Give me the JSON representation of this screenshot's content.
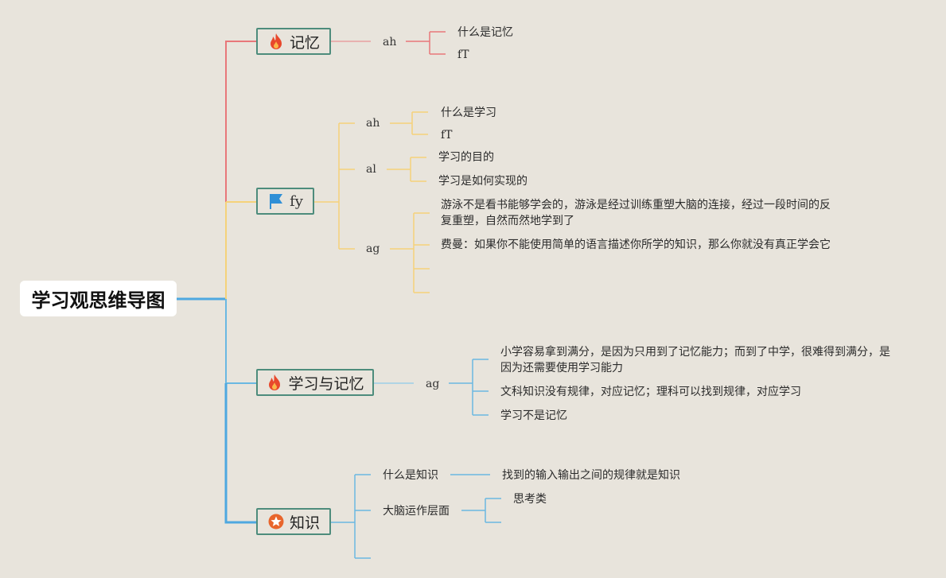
{
  "root": {
    "label": "学习观思维导图"
  },
  "branches": [
    {
      "label": "记忆",
      "icon": "fire-icon",
      "children": [
        {
          "label": "ah",
          "leaves": [
            "什么是记忆",
            "fT"
          ]
        }
      ]
    },
    {
      "label": "fy",
      "icon": "flag-icon",
      "children": [
        {
          "label": "ah",
          "leaves": [
            "什么是学习",
            "fT"
          ]
        },
        {
          "label": "al",
          "leaves": [
            "学习的目的",
            "学习是如何实现的"
          ]
        },
        {
          "label": "ag",
          "leaves": [
            "游泳不是看书能够学会的，游泳是经过训练重塑大脑的连接，经过一段时间的反复重塑，自然而然地学到了",
            "费曼：如果你不能使用简单的语言描述你所学的知识，那么你就没有真正学会它",
            "",
            ""
          ]
        }
      ]
    },
    {
      "label": "学习与记忆",
      "icon": "fire-icon",
      "children": [
        {
          "label": "ag",
          "leaves": [
            "小学容易拿到满分，是因为只用到了记忆能力；而到了中学，很难得到满分，是因为还需要使用学习能力",
            "文科知识没有规律，对应记忆；理科可以找到规律，对应学习",
            "学习不是记忆"
          ]
        }
      ]
    },
    {
      "label": "知识",
      "icon": "star-icon",
      "children": [
        {
          "label": "什么是知识",
          "leaves": [
            "找到的输入输出之间的规律就是知识"
          ]
        },
        {
          "label": "大脑运作层面",
          "leaves": [
            "思考类",
            ""
          ]
        },
        {
          "label": "",
          "leaves": []
        }
      ]
    }
  ],
  "colors": {
    "background": "#e8e4dc",
    "branch_red": "#e8777a",
    "branch_yellow": "#f5d27a",
    "branch_blue": "#6ab8e2",
    "branch_blue_dark": "#4ea8e0",
    "topic_border": "#4d8c7c",
    "fire": "#e8482c",
    "flag": "#2f8fd6",
    "star": "#e8652c"
  }
}
